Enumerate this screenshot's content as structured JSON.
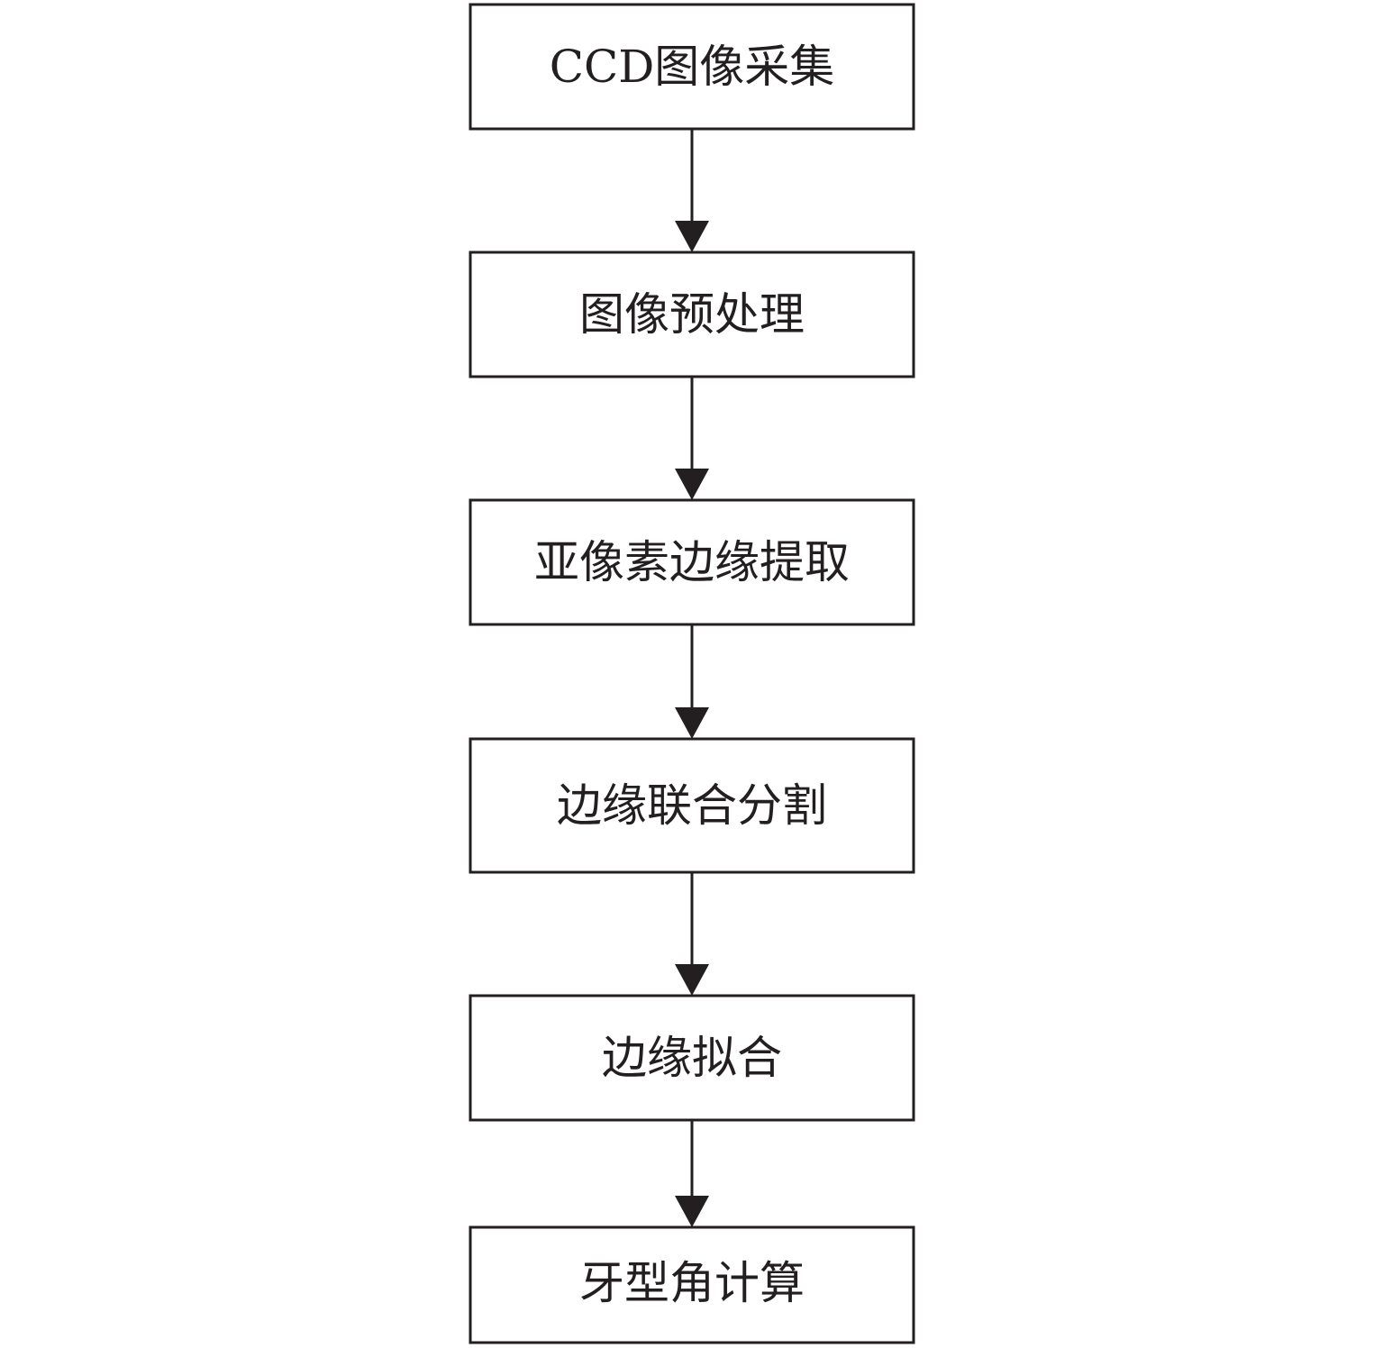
{
  "diagram": {
    "steps": [
      {
        "id": "s1",
        "label": "CCD图像采集"
      },
      {
        "id": "s2",
        "label": "图像预处理"
      },
      {
        "id": "s3",
        "label": "亚像素边缘提取"
      },
      {
        "id": "s4",
        "label": "边缘联合分割"
      },
      {
        "id": "s5",
        "label": "边缘拟合"
      },
      {
        "id": "s6",
        "label": "牙型角计算"
      }
    ],
    "connections": [
      {
        "from": "s1",
        "to": "s2"
      },
      {
        "from": "s2",
        "to": "s3"
      },
      {
        "from": "s3",
        "to": "s4"
      },
      {
        "from": "s4",
        "to": "s5"
      },
      {
        "from": "s5",
        "to": "s6"
      }
    ],
    "colors": {
      "stroke": "#231f20",
      "fill": "#ffffff"
    }
  }
}
